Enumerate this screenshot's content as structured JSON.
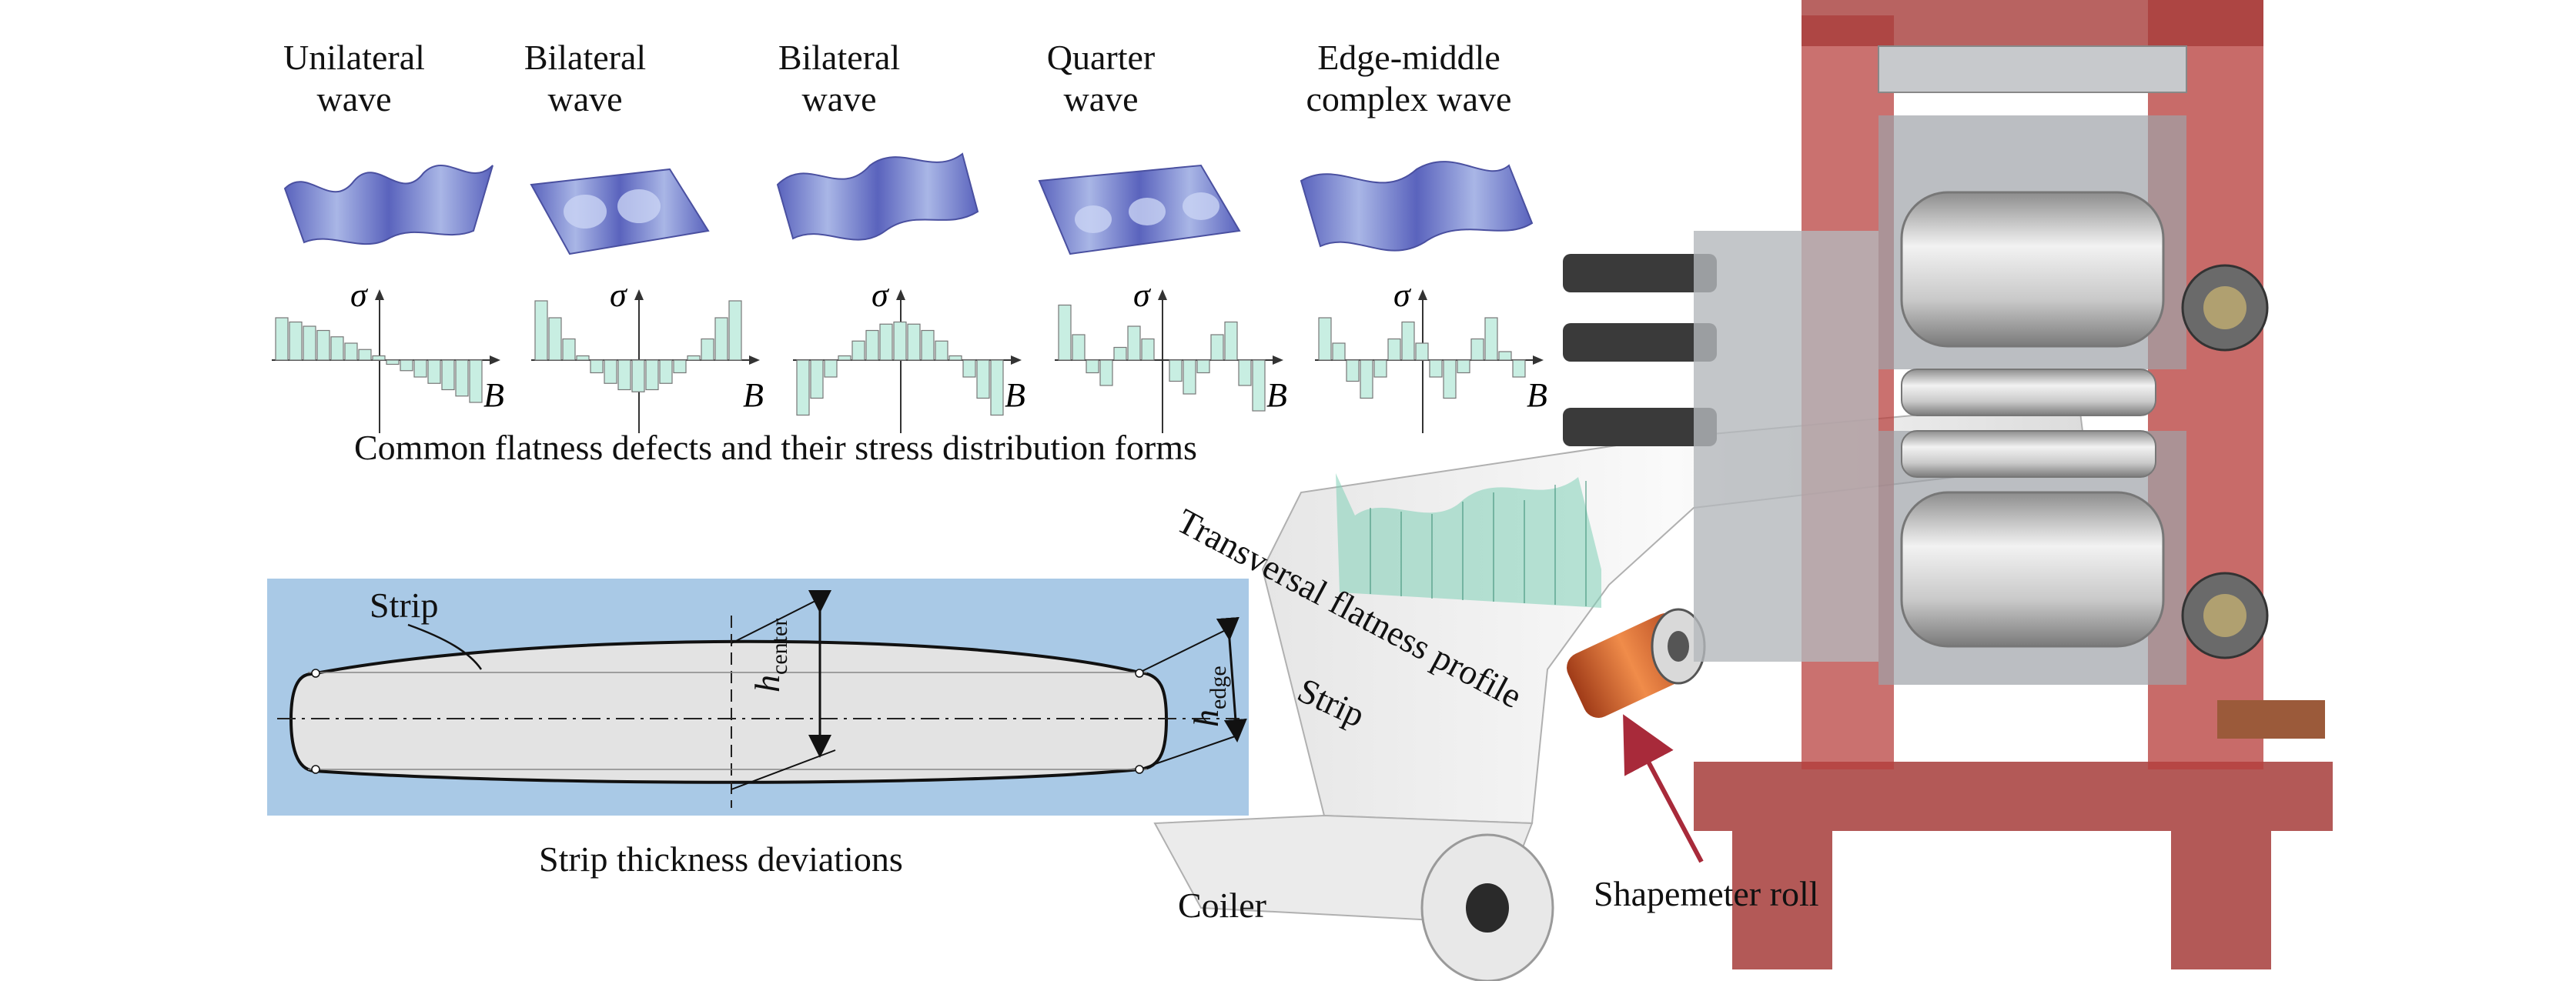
{
  "defects": [
    {
      "line1": "Unilateral",
      "line2": "wave"
    },
    {
      "line1": "Bilateral",
      "line2": "wave"
    },
    {
      "line1": "Bilateral",
      "line2": "wave"
    },
    {
      "line1": "Quarter",
      "line2": "wave"
    },
    {
      "line1": "Edge-middle",
      "line2": "complex wave"
    }
  ],
  "axes": {
    "y_symbol": "σ",
    "x_symbol": "B"
  },
  "captions": {
    "flatness": "Common flatness defects and their stress distribution forms",
    "thickness": "Strip thickness deviations",
    "profile": "Transversal flatness profile",
    "strip_top": "Strip",
    "strip_lower": "Strip",
    "coiler": "Coiler",
    "shapemeter": "Shapemeter roll"
  },
  "thickness_labels": {
    "h_center": "h",
    "center_sub": "center",
    "h_edge": "h",
    "edge_sub": "edge"
  },
  "colors": {
    "wave_surface": "#6a74c8",
    "bar_fill": "#c8eee2",
    "bar_stroke": "#777777",
    "diagram_bg": "#a9c9e6",
    "mill_frame": "#b8413f",
    "arrow": "#a82a3a"
  }
}
